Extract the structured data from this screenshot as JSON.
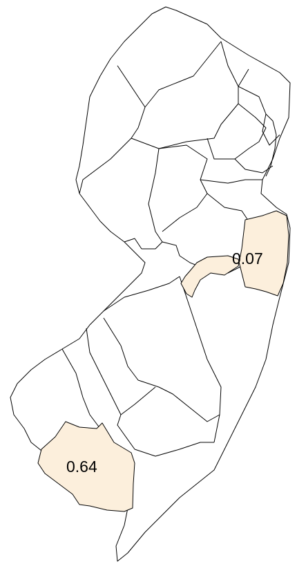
{
  "map": {
    "colors": {
      "background": "#ffffff",
      "highlight": "#fcefdc",
      "outline": "#000000"
    },
    "labeled_regions": [
      {
        "id": "east-county",
        "label": "0.07"
      },
      {
        "id": "southwest-county",
        "label": "0.64"
      }
    ]
  }
}
